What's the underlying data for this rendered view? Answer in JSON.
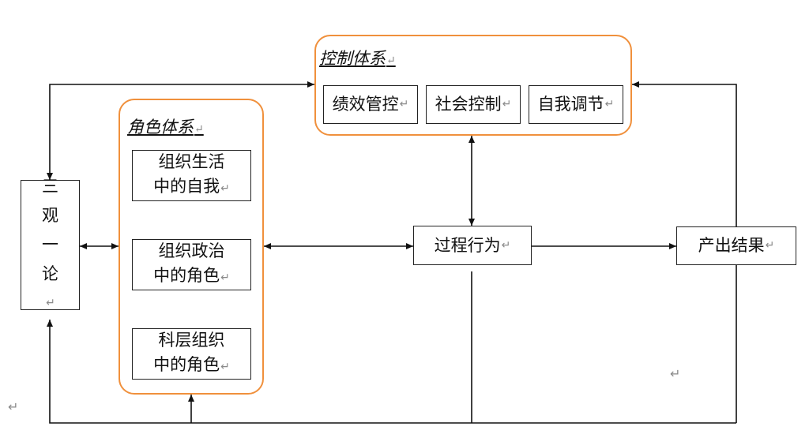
{
  "theme": {
    "frame_color": "#f0903c",
    "line_color": "#111111",
    "mark_color": "#8a8a8a"
  },
  "return_mark": "↵",
  "control_system": {
    "title": "控制体系",
    "items": [
      "绩效管控",
      "社会控制",
      "自我调节"
    ]
  },
  "role_system": {
    "title": "角色体系",
    "items": [
      {
        "line1": "组织生活",
        "line2": "中的自我"
      },
      {
        "line1": "组织政治",
        "line2": "中的角色"
      },
      {
        "line1": "科层组织",
        "line2": "中的角色"
      }
    ]
  },
  "theory": {
    "chars": [
      "三",
      "观",
      "一",
      "论"
    ]
  },
  "process": "过程行为",
  "output": "产出结果"
}
